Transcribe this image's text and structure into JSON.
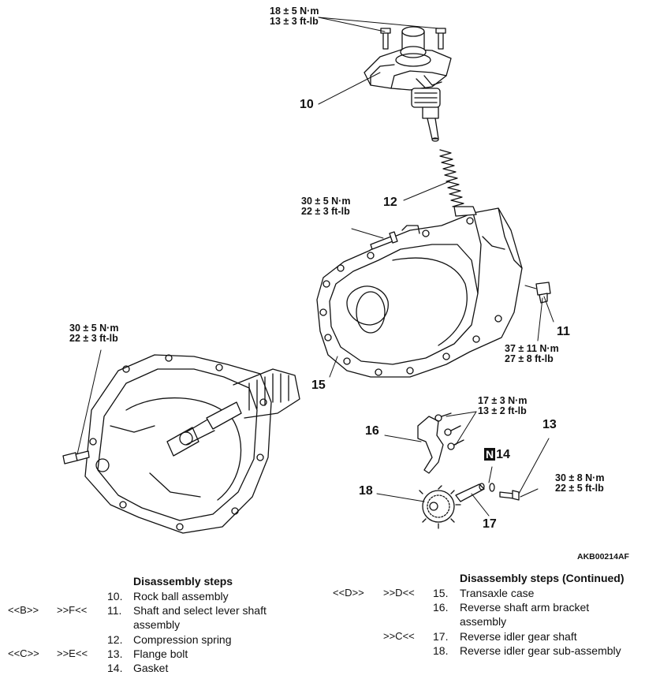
{
  "callouts": {
    "c10": "10",
    "c11": "11",
    "c12": "12",
    "c13": "13",
    "c14": "14",
    "c15": "15",
    "c16": "16",
    "c17": "17",
    "c18": "18",
    "c14_badge": "N"
  },
  "torques": {
    "t_top": [
      "18 ± 5 N·m",
      "13 ± 3 ft-lb"
    ],
    "t_mid": [
      "30 ± 5 N·m",
      "22 ± 3 ft-lb"
    ],
    "t_left": [
      "30 ± 5 N·m",
      "22 ± 3 ft-lb"
    ],
    "t_11": [
      "37 ± 11 N·m",
      "27 ± 8 ft-lb"
    ],
    "t_16": [
      "17 ± 3 N·m",
      "13 ± 2 ft-lb"
    ],
    "t_13": [
      "30 ± 8 N·m",
      "22 ± 5 ft-lb"
    ]
  },
  "figure_code": "AKB00214AF",
  "steps_left": {
    "title": "Disassembly steps",
    "rows": [
      {
        "a": "",
        "b": "",
        "n": "10.",
        "t": "Rock ball assembly"
      },
      {
        "a": "<<B>>",
        "b": ">>F<<",
        "n": "11.",
        "t": "Shaft and select lever shaft"
      },
      {
        "a": "",
        "b": "",
        "n": "",
        "t": "assembly"
      },
      {
        "a": "",
        "b": "",
        "n": "12.",
        "t": "Compression spring"
      },
      {
        "a": "<<C>>",
        "b": ">>E<<",
        "n": "13.",
        "t": "Flange bolt"
      },
      {
        "a": "",
        "b": "",
        "n": "14.",
        "t": "Gasket"
      }
    ]
  },
  "steps_right": {
    "title": "Disassembly steps (Continued)",
    "rows": [
      {
        "a": "<<D>>",
        "b": ">>D<<",
        "n": "15.",
        "t": "Transaxle case"
      },
      {
        "a": "",
        "b": "",
        "n": "16.",
        "t": "Reverse shaft arm bracket"
      },
      {
        "a": "",
        "b": "",
        "n": "",
        "t": "assembly"
      },
      {
        "a": "",
        "b": ">>C<<",
        "n": "17.",
        "t": "Reverse idler gear shaft"
      },
      {
        "a": "",
        "b": "",
        "n": "18.",
        "t": "Reverse idler gear sub-assembly"
      }
    ]
  }
}
